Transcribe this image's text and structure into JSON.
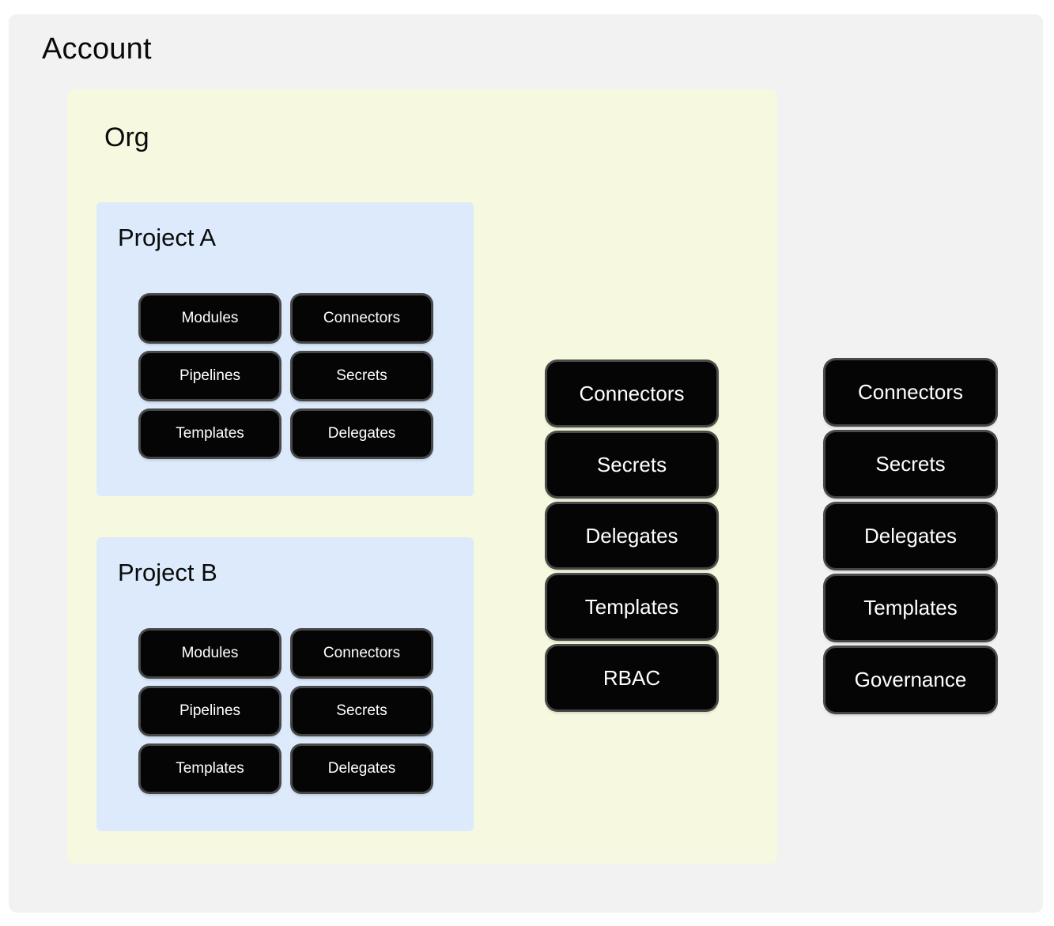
{
  "canvas": {
    "background_color": "#f2f2f2",
    "page_background_color": "#ffffff"
  },
  "account": {
    "title": "Account",
    "level_color": "#f2f2f2"
  },
  "org": {
    "title": "Org",
    "level_color": "#f6f9df"
  },
  "projects": [
    {
      "title": "Project A",
      "level_color": "#dceafb",
      "resources": [
        "Modules",
        "Connectors",
        "Pipelines",
        "Secrets",
        "Templates",
        "Delegates"
      ]
    },
    {
      "title": "Project B",
      "level_color": "#dceafb",
      "resources": [
        "Modules",
        "Connectors",
        "Pipelines",
        "Secrets",
        "Templates",
        "Delegates"
      ]
    }
  ],
  "org_resources": [
    "Connectors",
    "Secrets",
    "Delegates",
    "Templates",
    "RBAC"
  ],
  "account_resources": [
    "Connectors",
    "Secrets",
    "Delegates",
    "Templates",
    "Governance"
  ],
  "chip_style": {
    "fill_color": "#050505",
    "text_color": "#ffffff",
    "border_color": "#3c3c3c"
  }
}
